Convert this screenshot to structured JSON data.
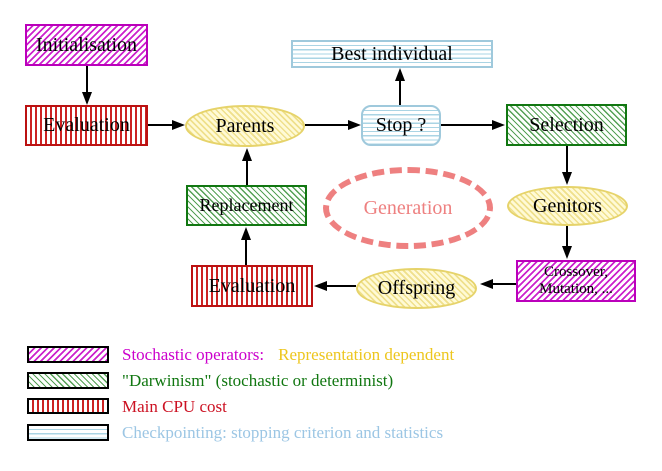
{
  "nodes": {
    "initialisation": "Initialisation",
    "evaluation_top": "Evaluation",
    "parents": "Parents",
    "best_individual": "Best individual",
    "stop": "Stop ?",
    "selection": "Selection",
    "genitors": "Genitors",
    "crossover_line1": "Crossover,",
    "crossover_line2": "Mutation, ...",
    "offspring": "Offspring",
    "evaluation_bottom": "Evaluation",
    "replacement": "Replacement",
    "generation": "Generation"
  },
  "legend": {
    "stochastic_label": "Stochastic operators:",
    "stochastic_extra": "Representation dependent",
    "darwinism_label": "\"Darwinism\" (stochastic or determinist)",
    "cpu_label": "Main CPU cost",
    "checkpointing_label": "Checkpointing: stopping criterion and statistics"
  },
  "colors": {
    "magenta": "#cc00cc",
    "green": "#117711",
    "red": "#cc1122",
    "cyan_border": "#9fc9dc",
    "cyan_text": "#9cc6e4",
    "yellow_border": "#e6d36a",
    "gold_text": "#edc61e",
    "salmon": "#ee8080",
    "arrow_black": "#000000"
  }
}
